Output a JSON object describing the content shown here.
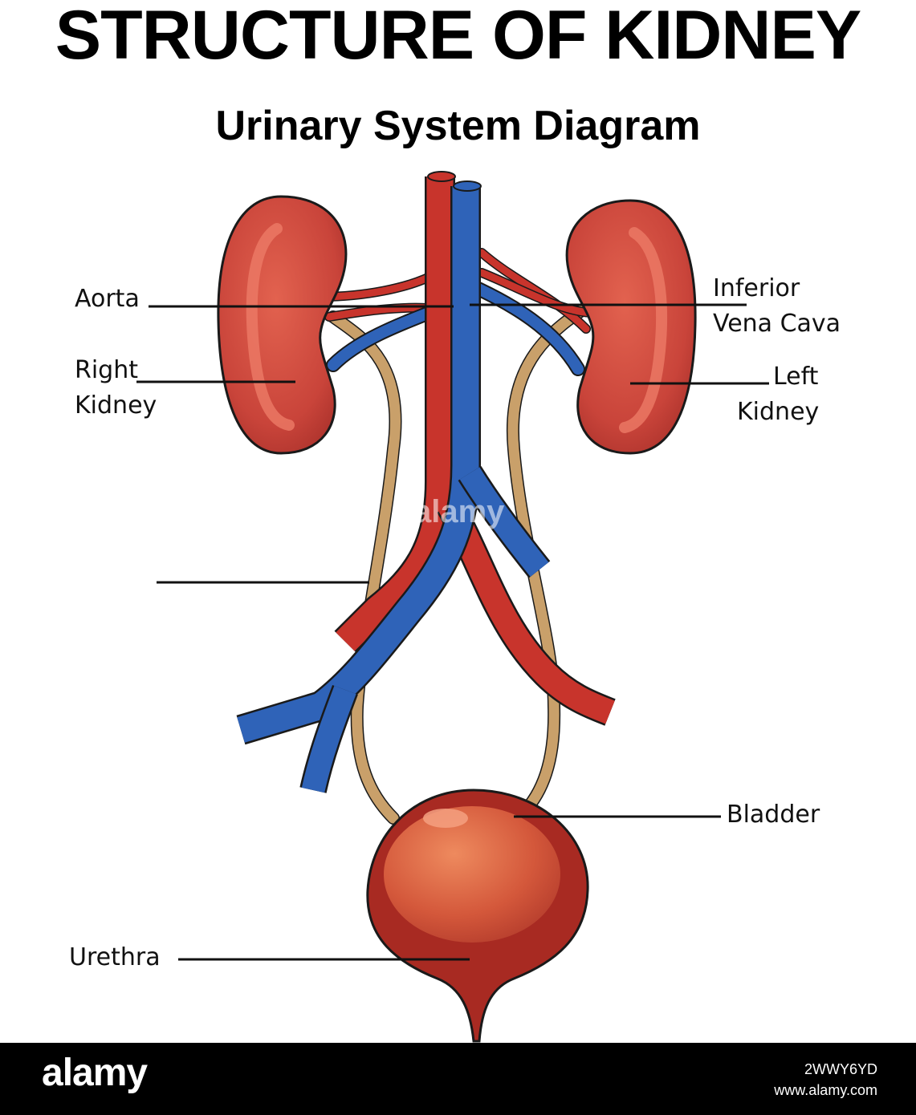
{
  "title": "STRUCTURE OF KIDNEY",
  "subtitle": "Urinary System Diagram",
  "labels": {
    "aorta": "Aorta",
    "inferior_vena_cava_1": "Inferior",
    "inferior_vena_cava_2": "Vena Cava",
    "right_kidney_1": "Right",
    "right_kidney_2": "Kidney",
    "left_kidney_1": "Left",
    "left_kidney_2": "Kidney",
    "bladder": "Bladder",
    "urethra": "Urethra",
    "ureter": ""
  },
  "watermark": "alamy",
  "footer": {
    "logo": "alamy",
    "image_id": "2WWY6YD",
    "site": "www.alamy.com"
  },
  "colors": {
    "artery": "#c8342c",
    "vein": "#2f63b8",
    "kidney": "#c9443a",
    "ureter": "#c9a06a",
    "bladder": "#d2553a"
  }
}
